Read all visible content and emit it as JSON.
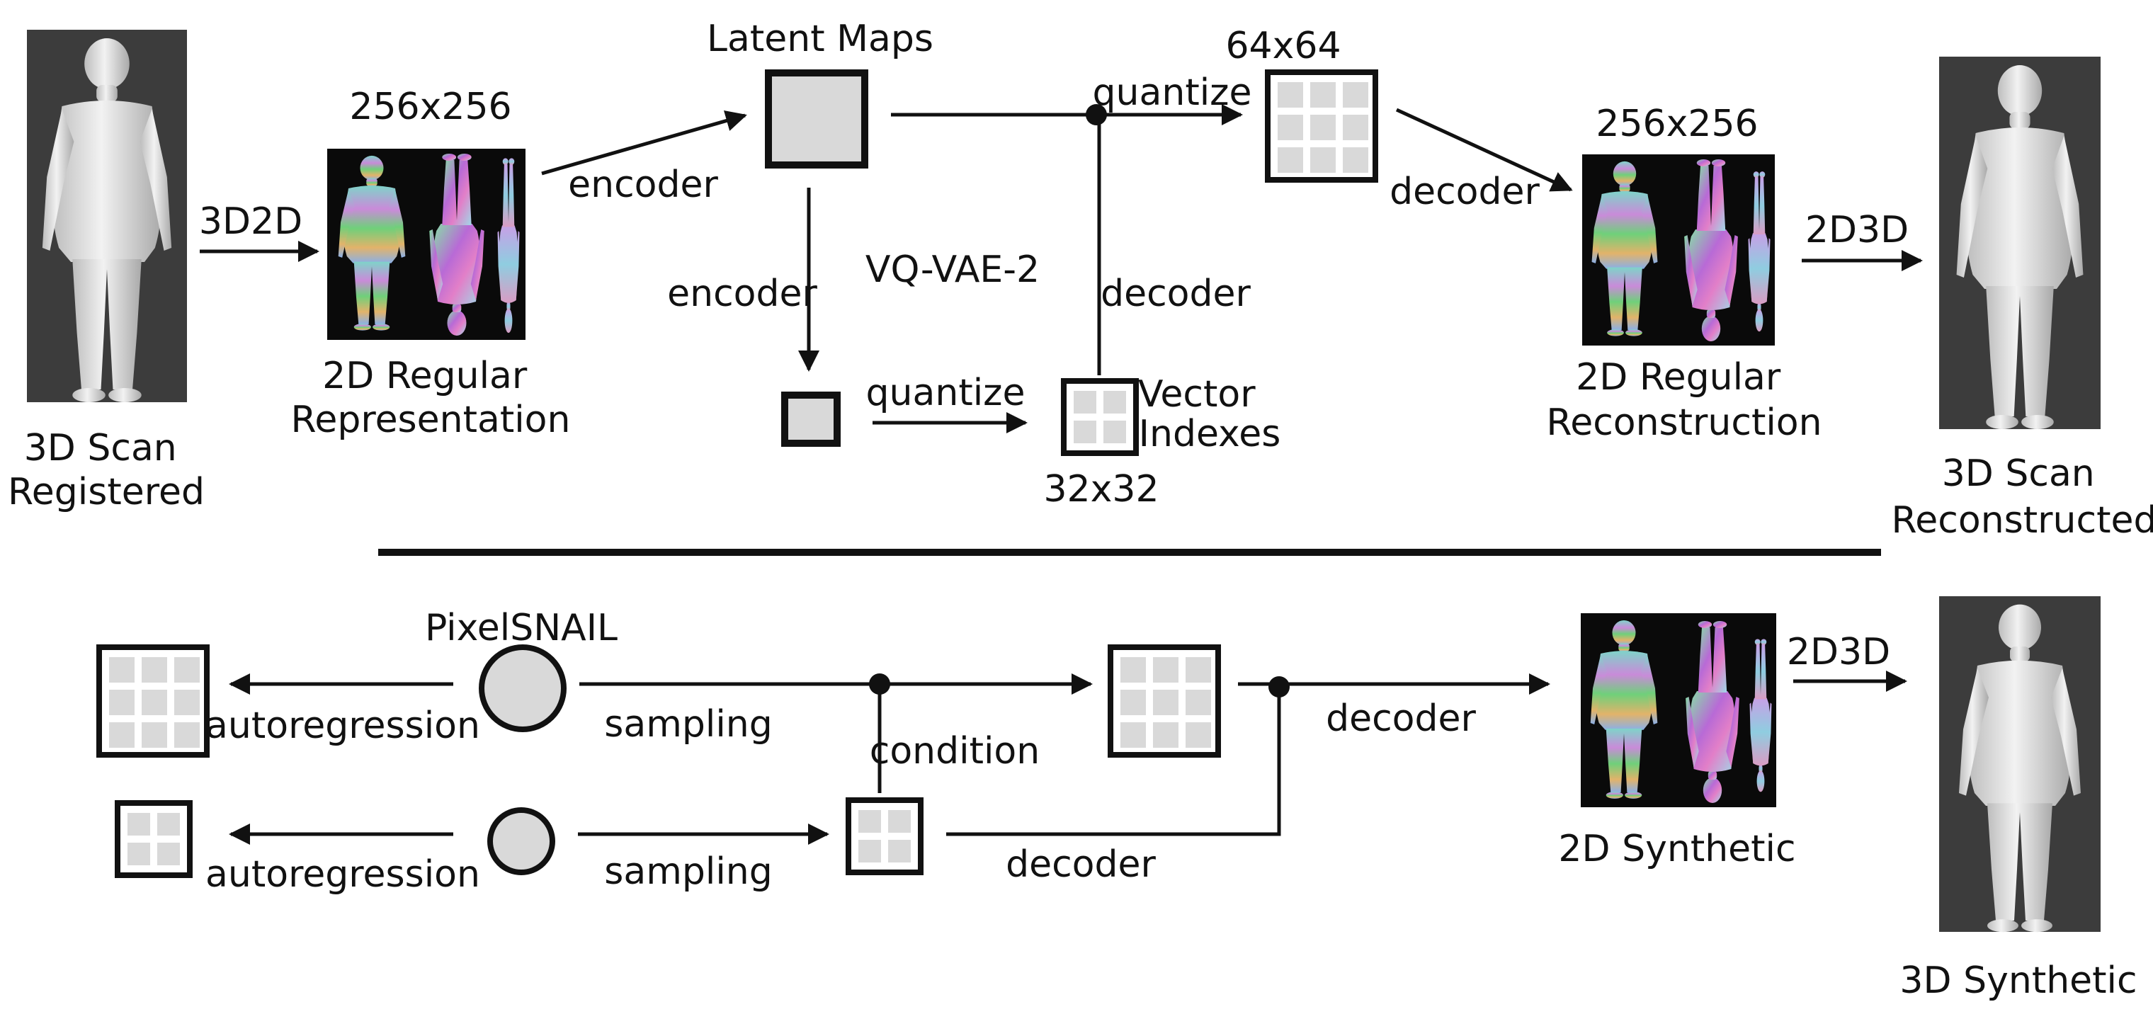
{
  "top": {
    "scan_registered": "3D Scan Registered",
    "step_3d2d": "3D2D",
    "size_256_left": "256x256",
    "regular_representation": [
      "2D Regular",
      "Representation"
    ],
    "encoder_top": "encoder",
    "latent_maps": "Latent Maps",
    "encoder_down": "encoder",
    "vqvae": "VQ-VAE-2",
    "quantize_top": "quantize",
    "quantize_bottom": "quantize",
    "decoder_up": "decoder",
    "size_64": "64x64",
    "vector_indexes": [
      "Vector",
      "Indexes"
    ],
    "size_32": "32x32",
    "decoder_right": "decoder",
    "size_256_right": "256x256",
    "regular_reconstruction": [
      "2D Regular",
      "Reconstruction"
    ],
    "step_2d3d": "2D3D",
    "scan_reconstructed": [
      "3D Scan",
      "Reconstructed"
    ]
  },
  "bottom": {
    "pixelsnail": "PixelSNAIL",
    "autoregression_top": "autoregression",
    "autoregression_bottom": "autoregression",
    "sampling_top": "sampling",
    "sampling_bottom": "sampling",
    "condition": "condition",
    "decoder_mid": "decoder",
    "decoder_bottom": "decoder",
    "synthetic_2d": "2D Synthetic",
    "step_2d3d": "2D3D",
    "synthetic_3d": "3D Synthetic"
  },
  "colors": {
    "box_fill": "#d9d9d9",
    "scan_background": "#3c3c3c",
    "uv_background": "#0a0a0a"
  }
}
